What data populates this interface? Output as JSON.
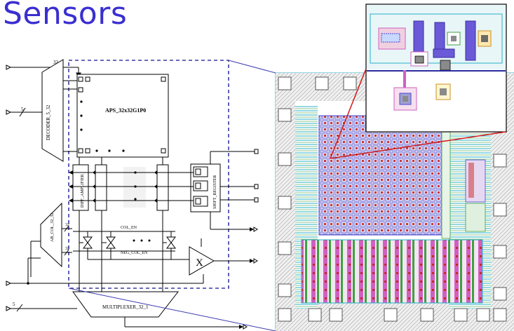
{
  "title": "Sensors",
  "schematic": {
    "bus_width_top": "32",
    "bus_width_decoder": "5",
    "bus_width_mux_in": "32",
    "bus_width_ab_in": "32",
    "bus_width_bottom": "5",
    "decoder_label": "DECODER_5_32",
    "aps_label": "APS_32x32G1P0",
    "diff_amp_label": "DIFF_AMPLIFIER",
    "shift_register_label": "SHIFT_REGISTER",
    "ab_label": "AB_COL_32_32",
    "col_en_label": "COL_EN",
    "neg_col_en_label": "NEG_COL_EN",
    "multiplier_label": "X",
    "multiplexer_label": "MULTIPLEXER_32_1"
  },
  "colors": {
    "title": "#3a2fd0",
    "dash_box": "#3a3aa0",
    "zoom_lines": "#3a3ab0",
    "zoom_red": "#d01818",
    "layout_cyan": "#28b0c8",
    "layout_pink": "#d060c0",
    "layout_green": "#40a040",
    "layout_red": "#c82828",
    "layout_blue": "#4848d0"
  }
}
